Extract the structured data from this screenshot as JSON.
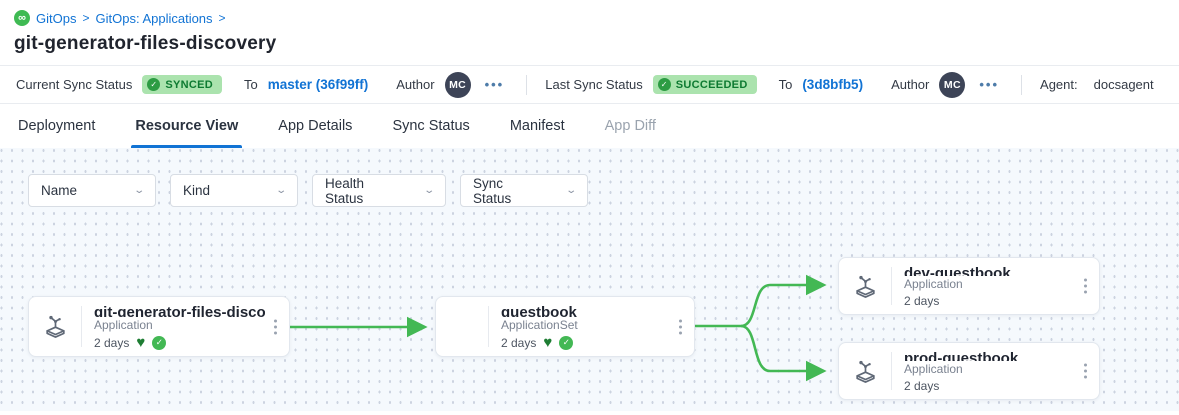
{
  "breadcrumb": {
    "icon": "gitops-infinity",
    "items": [
      {
        "label": "GitOps"
      },
      {
        "label": "GitOps: Applications"
      }
    ],
    "separator": ">"
  },
  "page": {
    "title": "git-generator-files-discovery"
  },
  "status_bar": {
    "current": {
      "label": "Current Sync Status",
      "badge": "SYNCED",
      "to_label": "To",
      "commit": "master (36f99ff)",
      "author_label": "Author",
      "author_initials": "MC",
      "more": "•••"
    },
    "last": {
      "label": "Last Sync Status",
      "badge": "SUCCEEDED",
      "to_label": "To",
      "commit": "(3d8bfb5)",
      "author_label": "Author",
      "author_initials": "MC",
      "more": "•••"
    },
    "agent": {
      "label": "Agent:",
      "value": "docsagent"
    }
  },
  "tabs": [
    {
      "label": "Deployment",
      "active": false
    },
    {
      "label": "Resource View",
      "active": true
    },
    {
      "label": "App Details",
      "active": false
    },
    {
      "label": "Sync Status",
      "active": false
    },
    {
      "label": "Manifest",
      "active": false
    },
    {
      "label": "App Diff",
      "active": false,
      "disabled": true
    }
  ],
  "filters": [
    {
      "label": "Name"
    },
    {
      "label": "Kind"
    },
    {
      "label": "Health Status"
    },
    {
      "label": "Sync Status"
    }
  ],
  "graph": {
    "nodes": [
      {
        "title": "git-generator-files-disco...",
        "kind": "Application",
        "age": "2 days",
        "healthy": true,
        "synced": true
      },
      {
        "title": "guestbook",
        "kind": "ApplicationSet",
        "age": "2 days",
        "healthy": true,
        "synced": true
      },
      {
        "title": "dev-guestbook",
        "kind": "Application",
        "age": "2 days",
        "healthy": false,
        "synced": false
      },
      {
        "title": "prod-guestbook",
        "kind": "Application",
        "age": "2 days",
        "healthy": false,
        "synced": false
      }
    ],
    "edges": [
      {
        "from": "git-generator-files-discovery",
        "to": "guestbook"
      },
      {
        "from": "guestbook",
        "to": "dev-guestbook"
      },
      {
        "from": "guestbook",
        "to": "prod-guestbook"
      }
    ]
  },
  "colors": {
    "link_blue": "#1173d4",
    "edge_green": "#43b854",
    "badge_bg": "#abe3ae",
    "badge_text": "#0d7a31",
    "heart_green": "#1e7d33",
    "avatar_bg": "#3d4457",
    "canvas_bg": "#f5f9fd"
  }
}
